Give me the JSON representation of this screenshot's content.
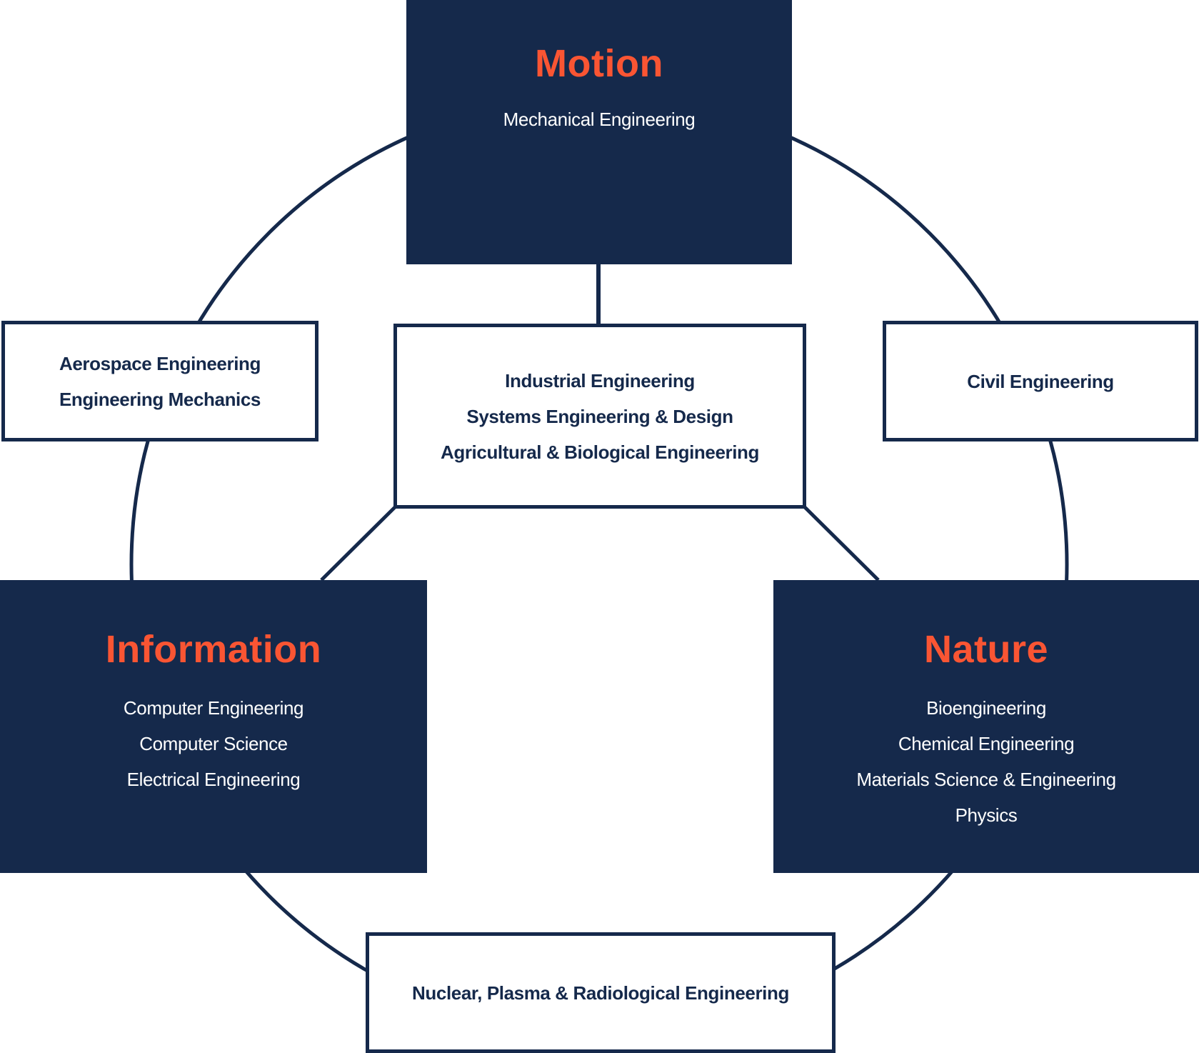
{
  "diagram": {
    "colors": {
      "navy": "#15294b",
      "accent": "#fa5533",
      "white": "#ffffff"
    },
    "hubs": {
      "motion": {
        "title": "Motion",
        "items": [
          "Mechanical Engineering"
        ]
      },
      "information": {
        "title": "Information",
        "items": [
          "Computer Engineering",
          "Computer Science",
          "Electrical Engineering"
        ]
      },
      "nature": {
        "title": "Nature",
        "items": [
          "Bioengineering",
          "Chemical Engineering",
          "Materials Science & Engineering",
          "Physics"
        ]
      }
    },
    "links": {
      "motion_information": {
        "items": [
          "Aerospace Engineering",
          "Engineering Mechanics"
        ]
      },
      "center": {
        "items": [
          "Industrial Engineering",
          "Systems Engineering & Design",
          "Agricultural & Biological Engineering"
        ]
      },
      "motion_nature": {
        "items": [
          "Civil Engineering"
        ]
      },
      "information_nature": {
        "items": [
          "Nuclear, Plasma & Radiological Engineering"
        ]
      }
    }
  }
}
